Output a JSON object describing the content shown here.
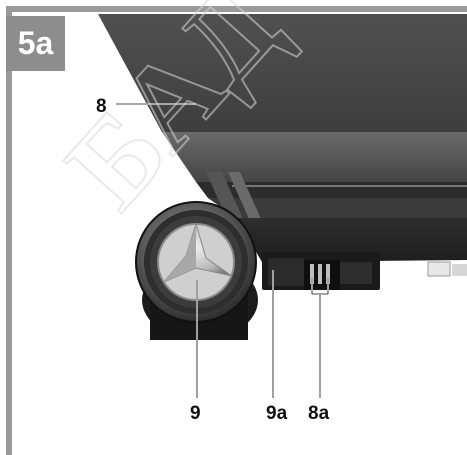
{
  "figure": {
    "badge": "5a",
    "callouts": {
      "label_8": "8",
      "label_9": "9",
      "label_9a": "9a",
      "label_8a": "8a"
    },
    "watermark_text": "БАД"
  },
  "colors": {
    "badge_bg": "#8d8d8d",
    "frame": "#9a9a9a",
    "panel_dark": "#3a3a3a",
    "vent_silver": "#c8c8c8"
  }
}
